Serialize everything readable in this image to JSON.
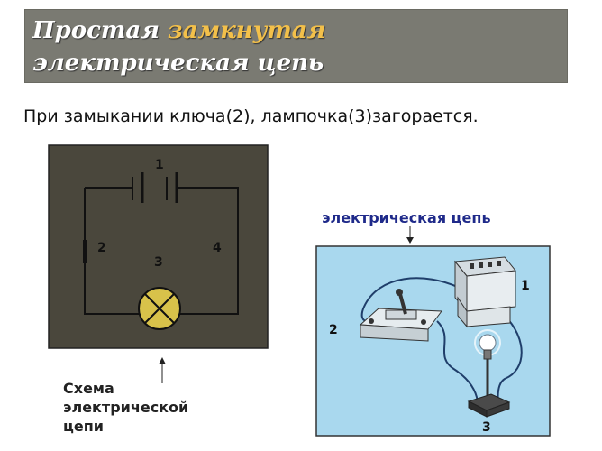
{
  "slide": {
    "title_plain": "Простая ",
    "title_accent": "замкнутая",
    "title_line2": "электрическая цепь",
    "subtitle": "При замыкании ключа(2), лампочка(3)загорается."
  },
  "schematic": {
    "label_1": "1",
    "label_2": "2",
    "label_3": "3",
    "label_4": "4",
    "caption_line1": "Схема",
    "caption_line2": "электрической",
    "caption_line3": "цепи"
  },
  "photo": {
    "caption": "электрическая цепь",
    "label_1": "1",
    "label_2": "2",
    "label_3": "3"
  },
  "colors": {
    "title_bg": "#7a7a72",
    "title_accent": "#f3c04a",
    "schematic_bg": "#4a473c",
    "lamp": "#d8c24a",
    "photo_bg": "#a9d8ee",
    "photo_caption": "#1f2a8a"
  }
}
